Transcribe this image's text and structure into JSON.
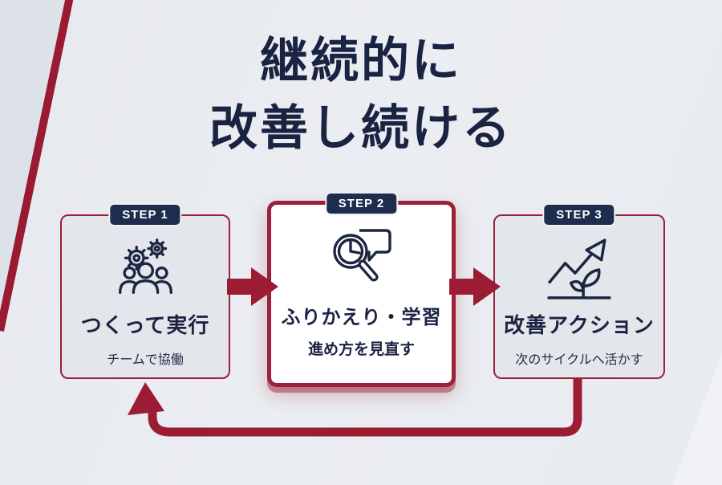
{
  "title": {
    "line1": "継続的に",
    "line2": "改善し続ける"
  },
  "steps": [
    {
      "badge": "STEP 1",
      "title": "つくって実行",
      "subtitle": "チームで協働",
      "icon": "gears-team-icon",
      "highlighted": false
    },
    {
      "badge": "STEP 2",
      "title": "ふりかえり・学習",
      "subtitle": "進め方を見直す",
      "icon": "magnifier-review-icon",
      "highlighted": true
    },
    {
      "badge": "STEP 3",
      "title": "改善アクション",
      "subtitle": "次のサイクルへ活かす",
      "icon": "growth-sprout-icon",
      "highlighted": false
    }
  ],
  "flow": {
    "arrow_direction": "right",
    "loop": "step3-to-step1"
  },
  "colors": {
    "accent_red": "#9b1c33",
    "navy_text": "#1b2342",
    "badge_navy": "#1e2c4e",
    "card_bg": "#e3e6eb",
    "highlight_card_bg": "#ffffff",
    "page_bg": "#e9ecf0"
  }
}
